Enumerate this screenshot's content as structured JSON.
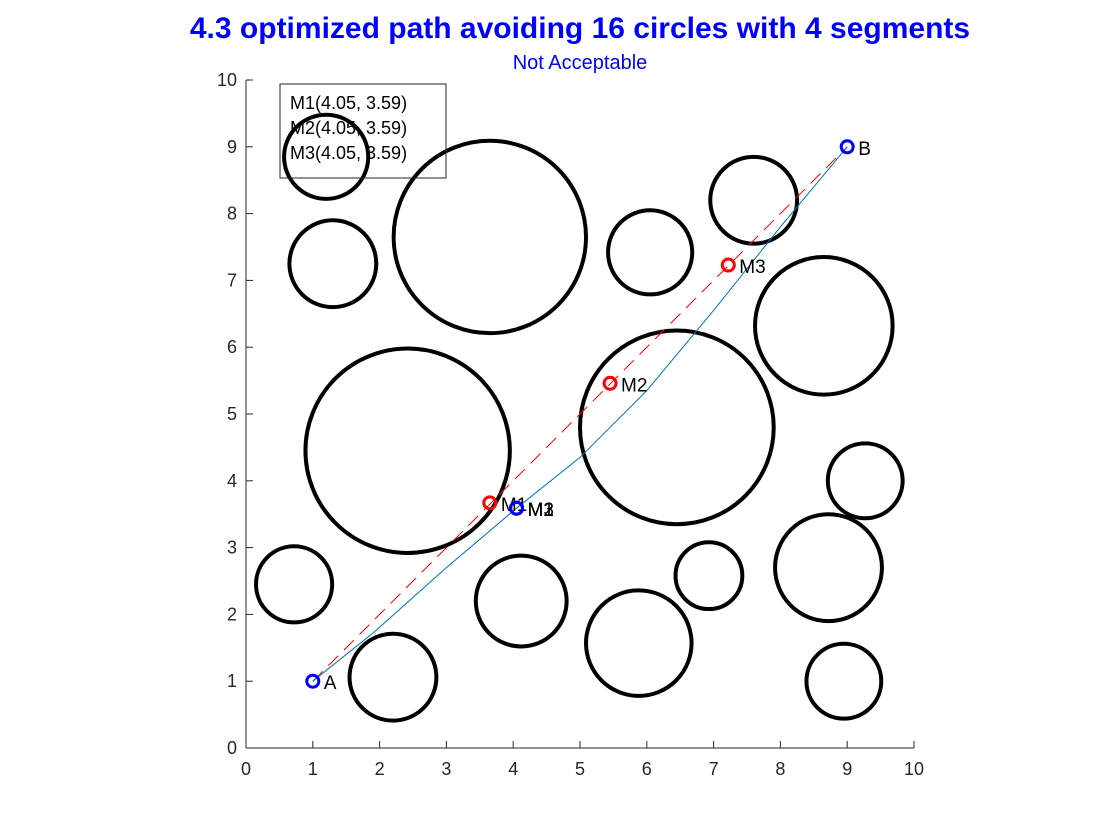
{
  "chart_data": {
    "type": "scatter",
    "title": "4.3 optimized path avoiding 16 circles with 4 segments",
    "subtitle": "Not Acceptable",
    "xlim": [
      0,
      10
    ],
    "ylim": [
      0,
      10
    ],
    "x_ticks": [
      "0",
      "1",
      "2",
      "3",
      "4",
      "5",
      "6",
      "7",
      "8",
      "9",
      "10"
    ],
    "y_ticks": [
      "0",
      "1",
      "2",
      "3",
      "4",
      "5",
      "6",
      "7",
      "8",
      "9",
      "10"
    ],
    "grid": false,
    "legend_position": "top-left",
    "legend_entries": [
      "M1(4.05, 3.59)",
      "M2(4.05, 3.59)",
      "M3(4.05, 3.59)"
    ],
    "circles": [
      {
        "cx": 1.2,
        "cy": 8.85,
        "r": 0.63
      },
      {
        "cx": 1.3,
        "cy": 7.25,
        "r": 0.65
      },
      {
        "cx": 3.65,
        "cy": 7.65,
        "r": 1.44
      },
      {
        "cx": 6.05,
        "cy": 7.42,
        "r": 0.63
      },
      {
        "cx": 7.6,
        "cy": 8.2,
        "r": 0.65
      },
      {
        "cx": 8.65,
        "cy": 6.32,
        "r": 1.03
      },
      {
        "cx": 2.42,
        "cy": 4.45,
        "r": 1.53
      },
      {
        "cx": 6.45,
        "cy": 4.8,
        "r": 1.45
      },
      {
        "cx": 9.27,
        "cy": 4.0,
        "r": 0.56
      },
      {
        "cx": 0.72,
        "cy": 2.45,
        "r": 0.57
      },
      {
        "cx": 4.12,
        "cy": 2.2,
        "r": 0.68
      },
      {
        "cx": 6.93,
        "cy": 2.58,
        "r": 0.5
      },
      {
        "cx": 8.72,
        "cy": 2.7,
        "r": 0.8
      },
      {
        "cx": 2.2,
        "cy": 1.06,
        "r": 0.65
      },
      {
        "cx": 5.88,
        "cy": 1.57,
        "r": 0.79
      },
      {
        "cx": 8.95,
        "cy": 1.0,
        "r": 0.56
      }
    ],
    "points": [
      {
        "name": "A",
        "x": 1.0,
        "y": 1.0,
        "color": "#0000ff"
      },
      {
        "name": "B",
        "x": 9.0,
        "y": 9.0,
        "color": "#0000ff"
      },
      {
        "name": "M1",
        "x": 3.65,
        "y": 3.67,
        "color": "#ff0000"
      },
      {
        "name": "M2",
        "x": 5.45,
        "y": 5.46,
        "color": "#ff0000"
      },
      {
        "name": "M3",
        "x": 7.22,
        "y": 7.23,
        "color": "#ff0000"
      },
      {
        "name": "M1",
        "x": 4.05,
        "y": 3.59,
        "color": "#0000ff"
      },
      {
        "name": "M2",
        "x": 4.05,
        "y": 3.59,
        "color": "#0000ff"
      },
      {
        "name": "M3",
        "x": 4.05,
        "y": 3.59,
        "color": "#0000ff"
      }
    ],
    "series": [
      {
        "style": "dashed",
        "color": "#ff0000",
        "x": [
          1.0,
          9.0
        ],
        "y": [
          1.0,
          9.0
        ]
      },
      {
        "style": "solid",
        "color": "#0072bd",
        "x": [
          1.0,
          1.9,
          3.0,
          4.05,
          5.0,
          6.0,
          7.0,
          8.0,
          9.0
        ],
        "y": [
          1.0,
          1.72,
          2.7,
          3.59,
          4.35,
          5.35,
          6.55,
          7.8,
          9.0
        ]
      }
    ]
  }
}
